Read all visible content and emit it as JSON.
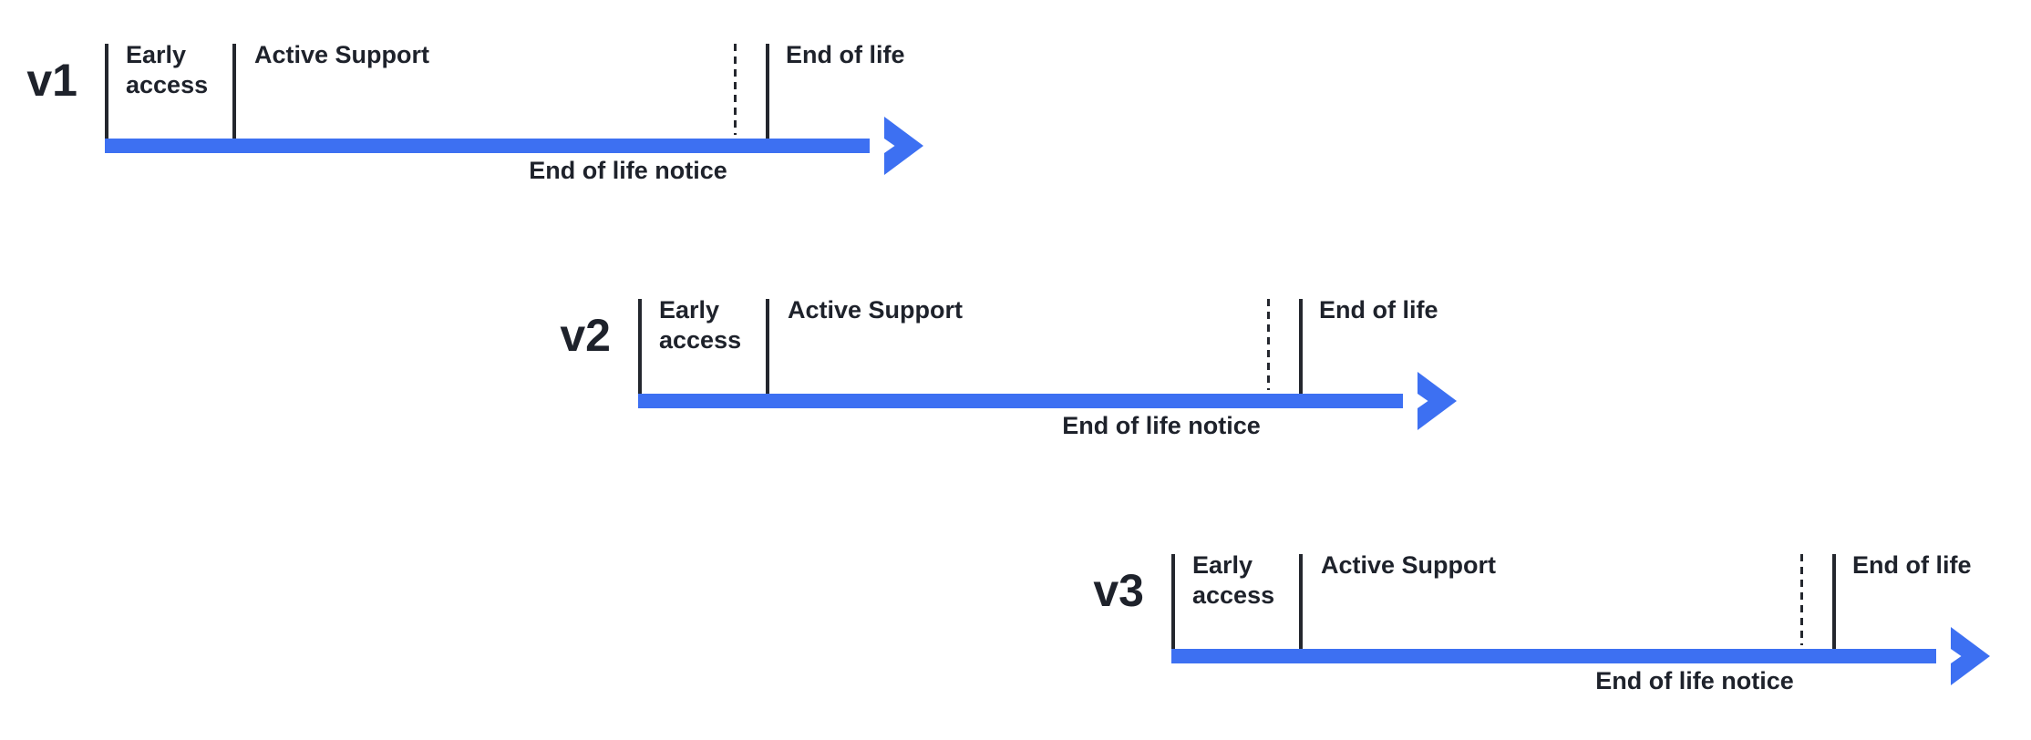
{
  "diagram": {
    "type": "release-lifecycle-timelines",
    "colors": {
      "arrow_blue": "#3d70f2",
      "ink": "#1e222b"
    },
    "timelines": [
      {
        "version": "v1",
        "phase_early_access": "Early access",
        "phase_active_support": "Active Support",
        "phase_end_of_life": "End of life",
        "notice": "End of life notice"
      },
      {
        "version": "v2",
        "phase_early_access": "Early access",
        "phase_active_support": "Active Support",
        "phase_end_of_life": "End of life",
        "notice": "End of life notice"
      },
      {
        "version": "v3",
        "phase_early_access": "Early access",
        "phase_active_support": "Active Support",
        "phase_end_of_life": "End of life",
        "notice": "End of life notice"
      }
    ]
  }
}
